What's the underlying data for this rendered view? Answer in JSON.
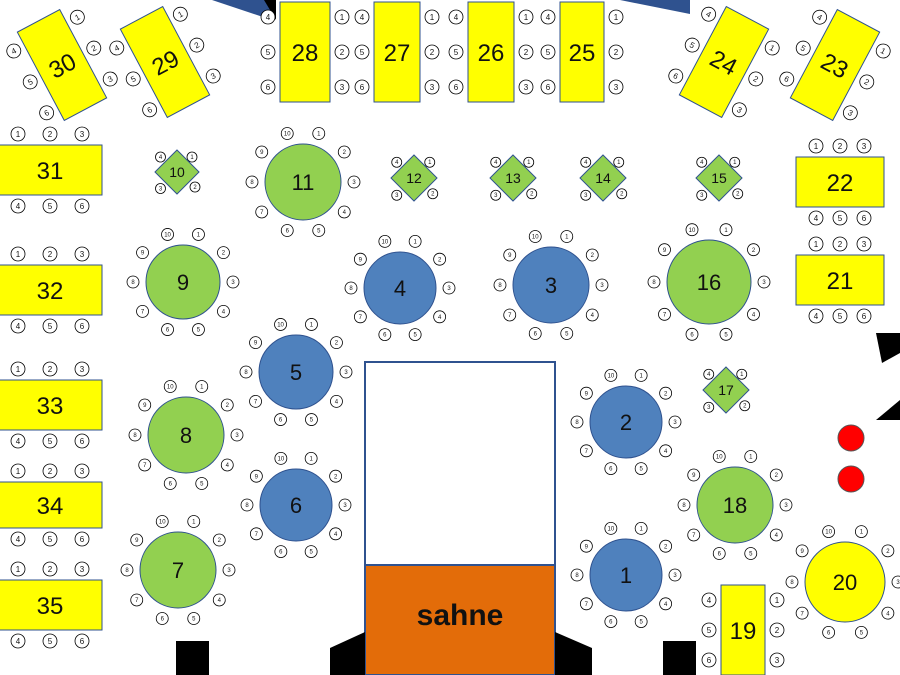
{
  "colors": {
    "table_yellow": "#FFFF00",
    "table_green": "#92D050",
    "table_blue": "#4F81BD",
    "stage_orange": "#E36C09",
    "marker_red": "#FF0000",
    "outline_blue": "#2F528F",
    "block_black": "#000000"
  },
  "stage": {
    "label": "sahne"
  },
  "tables": [
    {
      "number": "1",
      "kind": "round-blue",
      "seat_count": 10
    },
    {
      "number": "2",
      "kind": "round-blue",
      "seat_count": 10
    },
    {
      "number": "3",
      "kind": "round-blue",
      "seat_count": 10
    },
    {
      "number": "4",
      "kind": "round-blue",
      "seat_count": 10
    },
    {
      "number": "5",
      "kind": "round-blue",
      "seat_count": 10
    },
    {
      "number": "6",
      "kind": "round-blue",
      "seat_count": 10
    },
    {
      "number": "7",
      "kind": "round-green",
      "seat_count": 10
    },
    {
      "number": "8",
      "kind": "round-green",
      "seat_count": 10
    },
    {
      "number": "9",
      "kind": "round-green",
      "seat_count": 10
    },
    {
      "number": "10",
      "kind": "diamond-green",
      "seat_count": 4
    },
    {
      "number": "11",
      "kind": "round-green",
      "seat_count": 10
    },
    {
      "number": "12",
      "kind": "diamond-green",
      "seat_count": 4
    },
    {
      "number": "13",
      "kind": "diamond-green",
      "seat_count": 4
    },
    {
      "number": "14",
      "kind": "diamond-green",
      "seat_count": 4
    },
    {
      "number": "15",
      "kind": "diamond-green",
      "seat_count": 4
    },
    {
      "number": "16",
      "kind": "round-green",
      "seat_count": 10
    },
    {
      "number": "17",
      "kind": "diamond-green",
      "seat_count": 4
    },
    {
      "number": "18",
      "kind": "round-green",
      "seat_count": 10
    },
    {
      "number": "19",
      "kind": "rect-yellow",
      "seat_count": 6
    },
    {
      "number": "20",
      "kind": "round-yellow",
      "seat_count": 10
    },
    {
      "number": "21",
      "kind": "rect-yellow",
      "seat_count": 6
    },
    {
      "number": "22",
      "kind": "rect-yellow",
      "seat_count": 6
    },
    {
      "number": "23",
      "kind": "rect-yellow",
      "seat_count": 6
    },
    {
      "number": "24",
      "kind": "rect-yellow",
      "seat_count": 6
    },
    {
      "number": "25",
      "kind": "rect-yellow",
      "seat_count": 6
    },
    {
      "number": "26",
      "kind": "rect-yellow",
      "seat_count": 6
    },
    {
      "number": "27",
      "kind": "rect-yellow",
      "seat_count": 6
    },
    {
      "number": "28",
      "kind": "rect-yellow",
      "seat_count": 6
    },
    {
      "number": "29",
      "kind": "rect-yellow",
      "seat_count": 6
    },
    {
      "number": "30",
      "kind": "rect-yellow",
      "seat_count": 6
    },
    {
      "number": "31",
      "kind": "rect-yellow",
      "seat_count": 6
    },
    {
      "number": "32",
      "kind": "rect-yellow",
      "seat_count": 6
    },
    {
      "number": "33",
      "kind": "rect-yellow",
      "seat_count": 6
    },
    {
      "number": "34",
      "kind": "rect-yellow",
      "seat_count": 6
    },
    {
      "number": "35",
      "kind": "rect-yellow",
      "seat_count": 6
    }
  ],
  "round_seat_labels": [
    "1",
    "2",
    "3",
    "4",
    "5",
    "6",
    "7",
    "8",
    "9",
    "10"
  ],
  "diamond_seat_labels": [
    "1",
    "2",
    "3",
    "4"
  ],
  "rect_seat_labels": [
    "1",
    "2",
    "3",
    "4",
    "5",
    "6"
  ]
}
